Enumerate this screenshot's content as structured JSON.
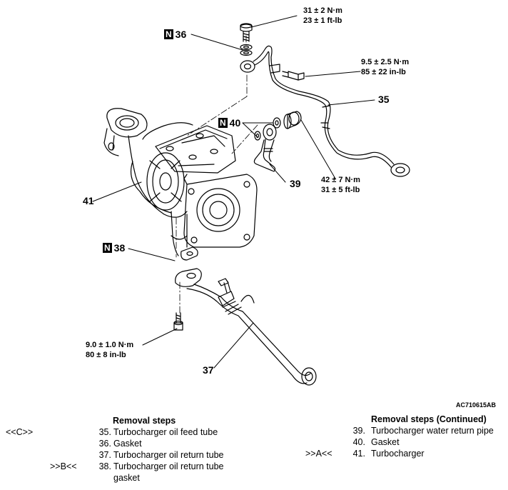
{
  "figure_id": "AC710615AB",
  "callouts": {
    "c35": "35",
    "c36": "36",
    "c37": "37",
    "c38": "38",
    "c39": "39",
    "c40": "40",
    "c41": "41"
  },
  "new_part_mark": "N",
  "torques": {
    "t1_line1": "31 ± 2 N·m",
    "t1_line2": "23 ± 1 ft-lb",
    "t2_line1": "9.5 ± 2.5 N·m",
    "t2_line2": "85 ± 22 in-lb",
    "t3_line1": "42 ± 7 N·m",
    "t3_line2": "31 ± 5 ft-lb",
    "t4_line1": "9.0 ± 1.0 N·m",
    "t4_line2": "80 ± 8 in-lb"
  },
  "removal_left": {
    "title": "Removal steps",
    "rows": [
      {
        "mark": "<<C>>",
        "num": "35.",
        "text": "Turbocharger oil feed tube"
      },
      {
        "mark": "",
        "num": "36.",
        "text": "Gasket"
      },
      {
        "mark": "",
        "num": "37.",
        "text": "Turbocharger oil return tube"
      },
      {
        "mark": ">>B<<",
        "num": "38.",
        "text": "Turbocharger oil return tube"
      },
      {
        "mark": "",
        "num": "",
        "text": "gasket"
      }
    ]
  },
  "removal_right": {
    "title": "Removal steps (Continued)",
    "rows": [
      {
        "mark": "",
        "num": "39.",
        "text": "Turbocharger water return pipe"
      },
      {
        "mark": "",
        "num": "40.",
        "text": "Gasket"
      },
      {
        "mark": ">>A<<",
        "num": "41.",
        "text": "Turbocharger"
      }
    ]
  }
}
